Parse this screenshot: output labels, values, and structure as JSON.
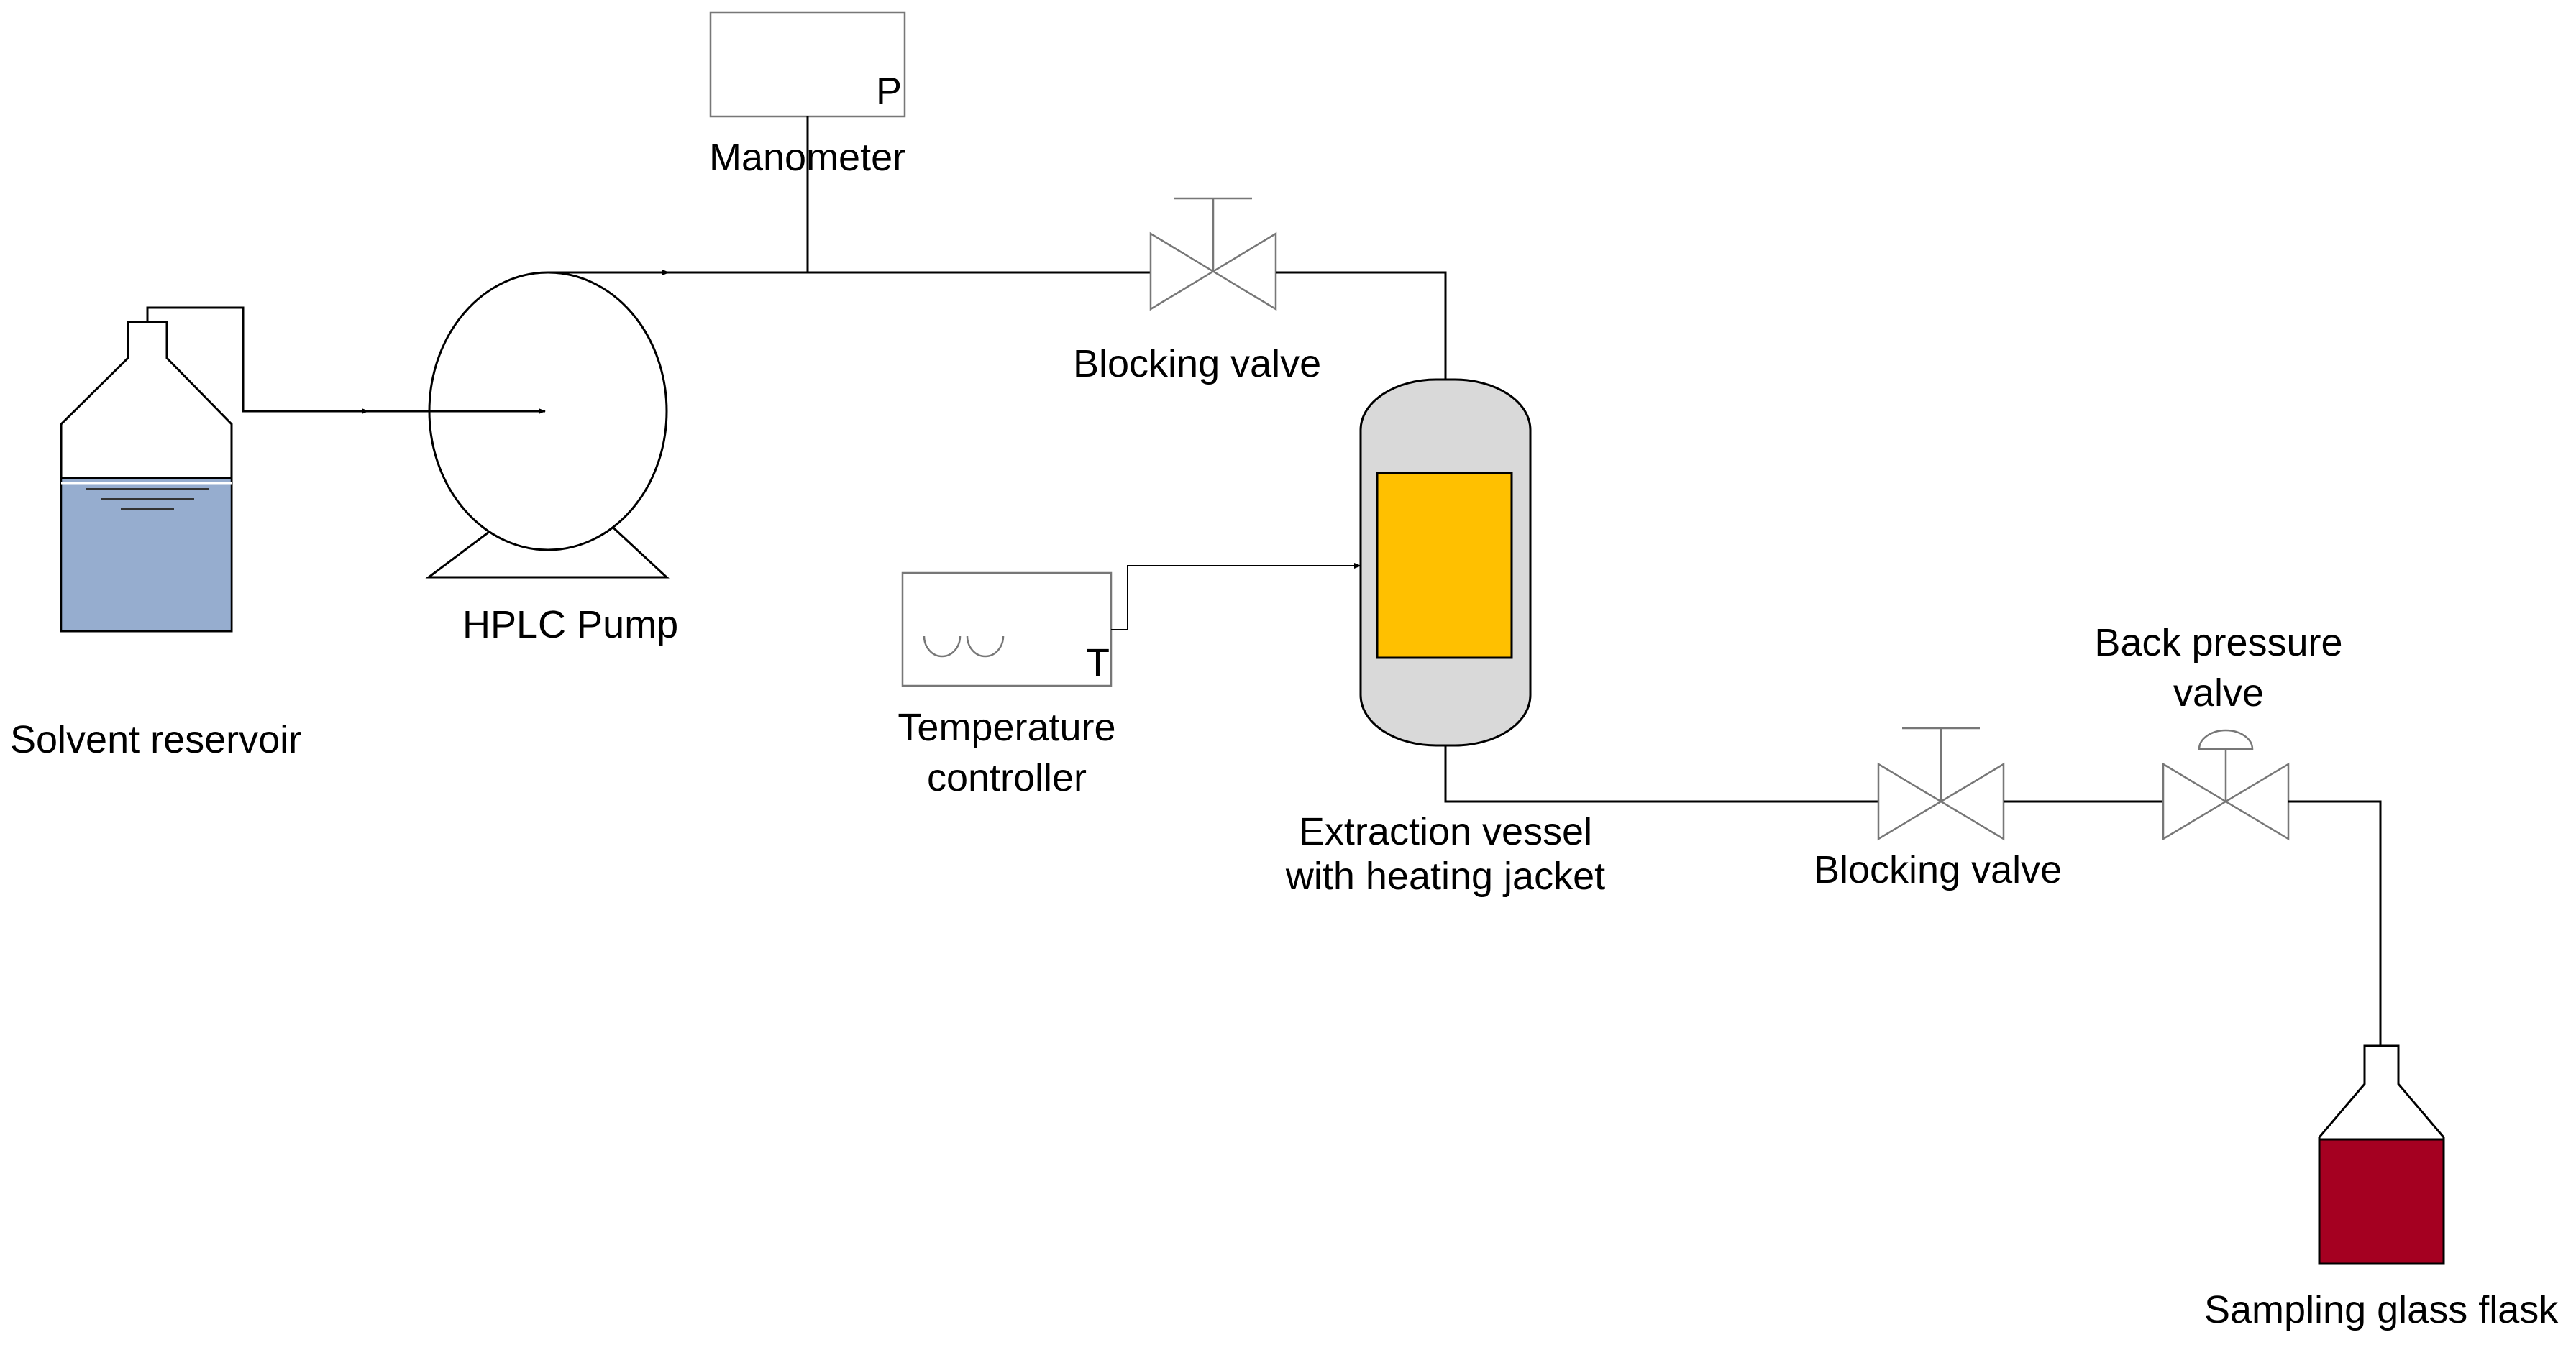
{
  "labels": {
    "solvent_reservoir": "Solvent reservoir",
    "hplc_pump": "HPLC Pump",
    "manometer": "Manometer",
    "manometer_symbol": "P",
    "blocking_valve_top": "Blocking valve",
    "blocking_valve_bottom": "Blocking valve",
    "temperature_controller_line1": "Temperature",
    "temperature_controller_line2": "controller",
    "temperature_symbol": "T",
    "extraction_vessel_line1": "Extraction vessel",
    "extraction_vessel_line2": "with heating jacket",
    "back_pressure_line1": "Back pressure",
    "back_pressure_line2": "valve",
    "sampling_flask": "Sampling glass flask"
  },
  "colors": {
    "solvent_liquid": "#96ADCF",
    "vessel_body": "#D9D9D9",
    "vessel_core": "#FFC000",
    "sample_liquid": "#A50021",
    "line": "#000000",
    "valve_outline": "#777777"
  }
}
